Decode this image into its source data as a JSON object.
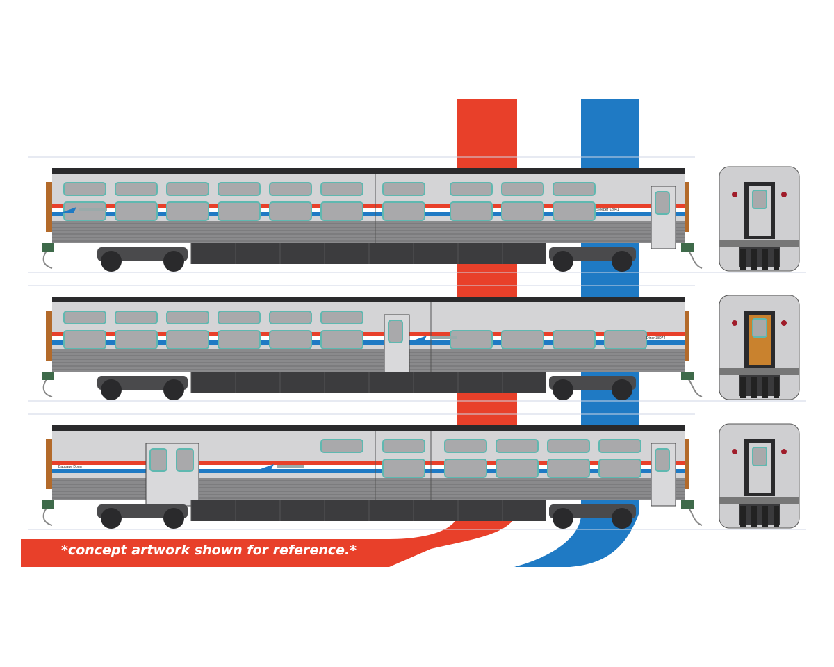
{
  "artwork": {
    "disclaimer": "*concept artwork shown for reference.*",
    "colors": {
      "red": "#e8402a",
      "blue": "#1f7ac4",
      "silver": "#d4d4d6",
      "window_frame": "#5fb8b0",
      "window_glass": "#a9a9ab",
      "skirt": "#8a8a8c",
      "undercarriage": "#3c3c3e"
    },
    "cars": [
      {
        "type": "sleeper",
        "label": "Sleeper 62041",
        "logo": "amtrak-logo"
      },
      {
        "type": "diner",
        "label": "Diner 38074",
        "logo": "amtrak-logo"
      },
      {
        "type": "baggage-dorm",
        "label": "Baggage Dorm",
        "logo": "amtrak-logo"
      }
    ]
  }
}
